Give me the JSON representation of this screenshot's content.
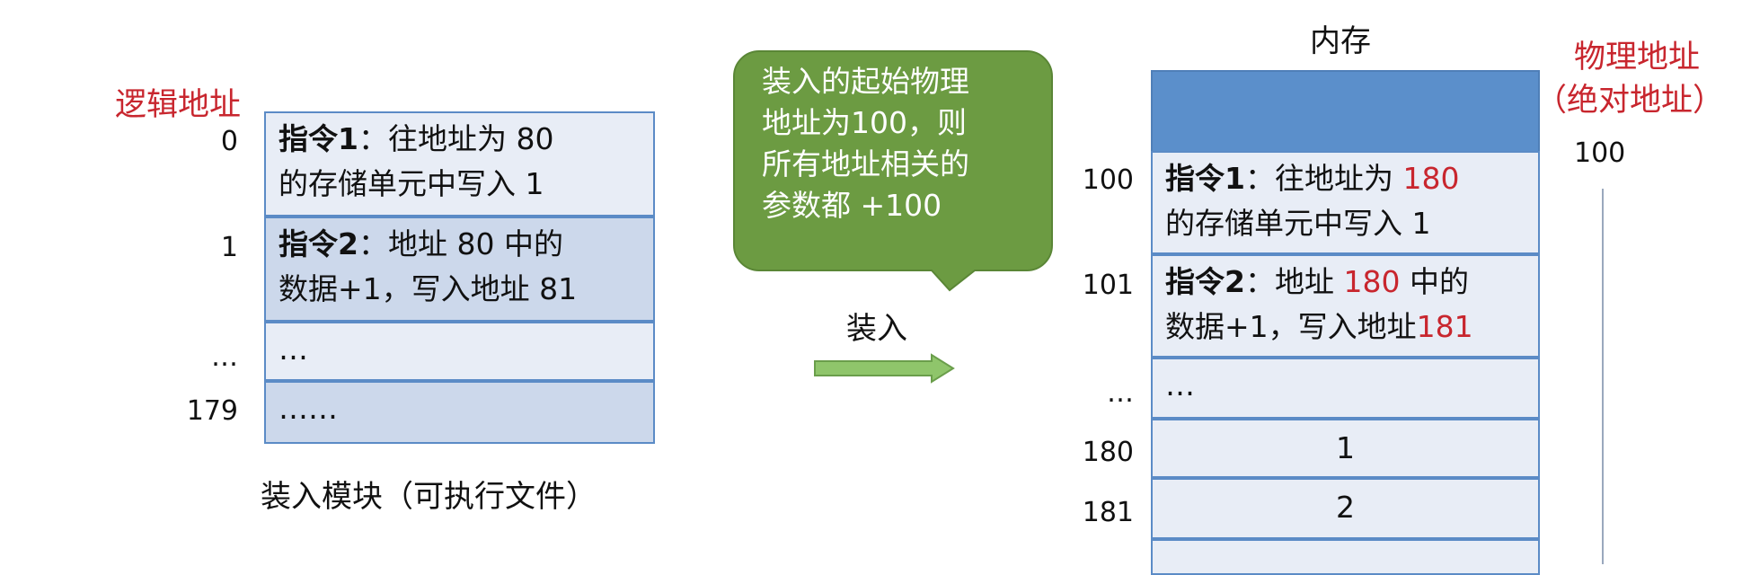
{
  "left": {
    "title": "逻辑地址",
    "caption": "装入模块（可执行文件）",
    "rows": [
      {
        "addr": "0",
        "bold": "指令1",
        "lines": [
          "：往地址为 80",
          "的存储单元中写入 1"
        ]
      },
      {
        "addr": "1",
        "bold": "指令2",
        "lines": [
          "：地址 80 中的",
          "数据+1，写入地址 81"
        ]
      },
      {
        "addr": "…",
        "text": "…"
      },
      {
        "addr": "179",
        "text": "……"
      }
    ]
  },
  "middle": {
    "bubble_lines": [
      "装入的起始物理",
      "地址为100，则",
      "所有地址相关的",
      "参数都 +100"
    ],
    "arrow_label": "装入"
  },
  "right": {
    "title": "内存",
    "phys_title_line1": "物理地址",
    "phys_title_line2": "（绝对地址）",
    "phys_value": "100",
    "rows": [
      {
        "addr": "100",
        "bold": "指令1",
        "pre": "：往地址为 ",
        "red": "180",
        "line2": "的存储单元中写入 1"
      },
      {
        "addr": "101",
        "bold": "指令2",
        "pre": "：地址 ",
        "red": "180",
        "post": " 中的",
        "line2_pre": "数据+1，写入地址",
        "line2_red": "181"
      },
      {
        "addr": "…",
        "text": "…"
      },
      {
        "addr": "180",
        "text": "1"
      },
      {
        "addr": "181",
        "text": "2"
      }
    ]
  },
  "colors": {
    "cell_light": "#e8edf6",
    "cell_dark": "#ccd8eb",
    "cell_border": "#5b8bc6",
    "memory_header": "#5b8fcb",
    "bubble": "#6c9b42",
    "arrow": "#8fc56b",
    "highlight_red": "#c8262e"
  }
}
